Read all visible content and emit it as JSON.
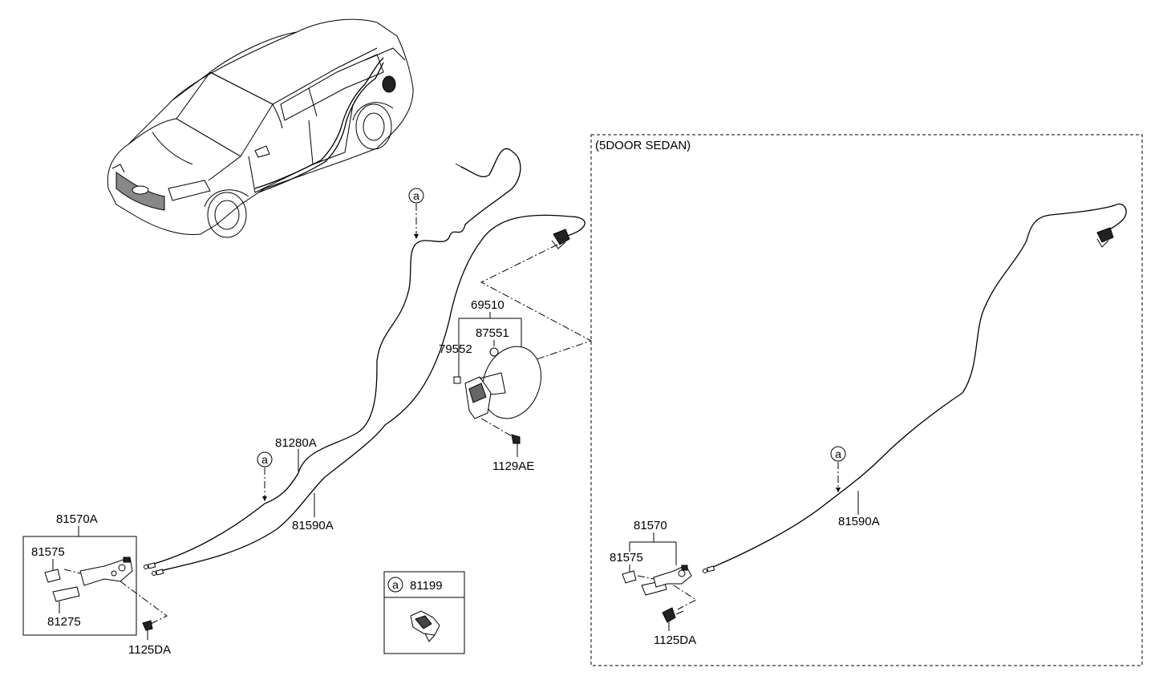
{
  "section_title": "(5DOOR SEDAN)",
  "ref_marker": "a",
  "inset": {
    "marker": "a",
    "part": "81199"
  },
  "labels": {
    "p69510": "69510",
    "p87551": "87551",
    "p79552": "79552",
    "p1129AE": "1129AE",
    "p81280A": "81280A",
    "p81590A_left": "81590A",
    "p81570A": "81570A",
    "p81575_left": "81575",
    "p81275": "81275",
    "p1125DA_left": "1125DA",
    "p81590A_right": "81590A",
    "p81570": "81570",
    "p81575_right": "81575",
    "p1125DA_right": "1125DA"
  }
}
